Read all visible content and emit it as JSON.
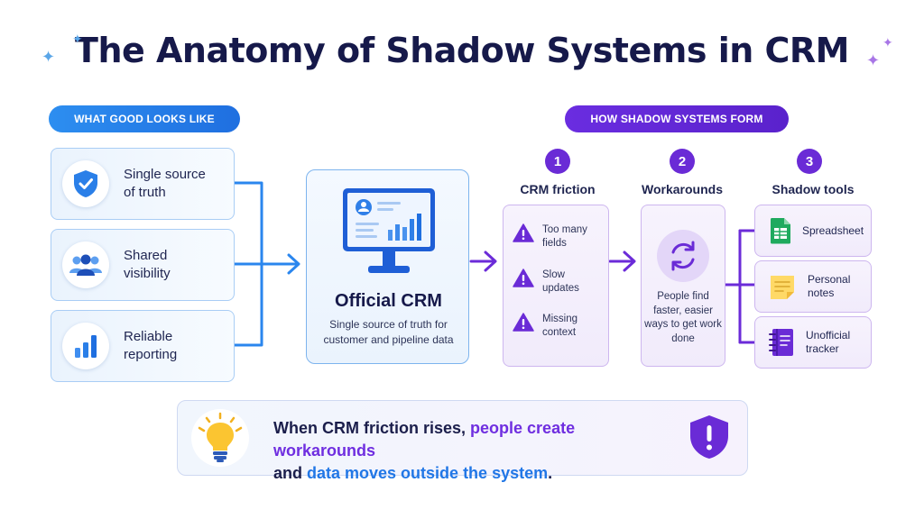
{
  "title": "The Anatomy of Shadow Systems in CRM",
  "good": {
    "header": "WHAT GOOD LOOKS LIKE",
    "items": [
      {
        "label": "Single source\nof truth",
        "icon": "shield-check-icon"
      },
      {
        "label": "Shared\nvisibility",
        "icon": "team-icon"
      },
      {
        "label": "Reliable\nreporting",
        "icon": "bar-chart-icon"
      }
    ]
  },
  "crm": {
    "title": "Official CRM",
    "description": "Single source of truth for customer and pipeline data",
    "icon": "monitor-dashboard-icon"
  },
  "shadow": {
    "header": "HOW SHADOW SYSTEMS FORM",
    "steps": [
      {
        "number": "1",
        "title": "CRM friction",
        "items": [
          {
            "label": "Too many\nfields",
            "icon": "warning-icon"
          },
          {
            "label": "Slow\nupdates",
            "icon": "warning-icon"
          },
          {
            "label": "Missing\ncontext",
            "icon": "warning-icon"
          }
        ]
      },
      {
        "number": "2",
        "title": "Workarounds",
        "description": "People find faster, easier ways to get work done",
        "icon": "refresh-cycle-icon"
      },
      {
        "number": "3",
        "title": "Shadow tools",
        "tools": [
          {
            "label": "Spreadsheet",
            "icon": "spreadsheet-icon"
          },
          {
            "label": "Personal\nnotes",
            "icon": "sticky-note-icon"
          },
          {
            "label": "Unofficial\ntracker",
            "icon": "notebook-icon"
          }
        ]
      }
    ]
  },
  "banner": {
    "part1": "When CRM friction rises, ",
    "part2": "people create workarounds",
    "part3": "and ",
    "part4": "data moves outside the system",
    "part5": ".",
    "left_icon": "lightbulb-icon",
    "right_icon": "alert-shield-icon"
  },
  "colors": {
    "navy": "#16194a",
    "blue": "#2177e6",
    "purple": "#6a2bd6"
  }
}
